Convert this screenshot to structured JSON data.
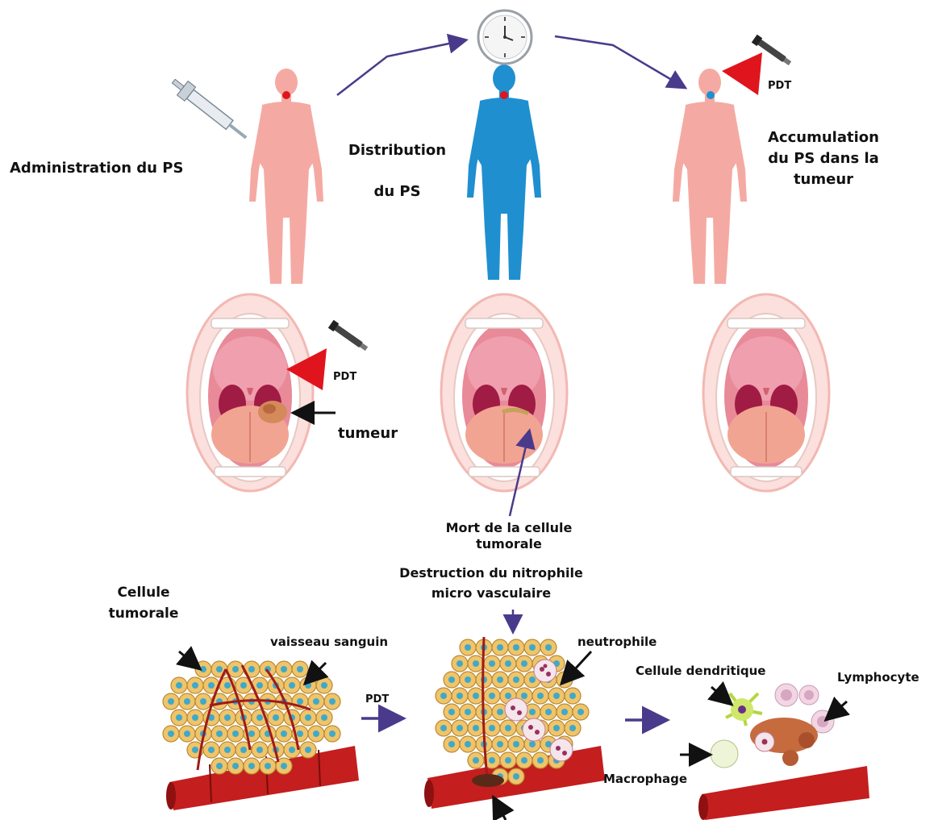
{
  "labels": {
    "administration": "Administration du PS",
    "distribution_line1": "Distribution",
    "distribution_line2": "du PS",
    "accumulation_line1": "Accumulation",
    "accumulation_line2": "du PS dans la",
    "accumulation_line3": "tumeur",
    "pdt_top": "PDT",
    "pdt_mouth": "PDT",
    "tumeur": "tumeur",
    "mort_line1": "Mort de la cellule",
    "mort_line2": "tumorale",
    "destruction_line1": "Destruction du nitrophile",
    "destruction_line2": "micro vasculaire",
    "cellule_tumorale_line1": "Cellule",
    "cellule_tumorale_line2": "tumorale",
    "vaisseau": "vaisseau sanguin",
    "pdt_bottom": "PDT",
    "neutrophile": "neutrophile",
    "cellule_dendritique": "Cellule dendritique",
    "lymphocyte": "Lymphocyte",
    "macrophage": "Macrophage"
  },
  "colors": {
    "arrow_purple": "#4a3a8c",
    "body_pink": "#f4aaa3",
    "body_blue": "#1f8fd0",
    "pdt_red": "#e0141c",
    "vessel_red": "#c41e1e",
    "cell_yellow": "#f0c46a",
    "nucleus_blue": "#3fa9c9"
  }
}
